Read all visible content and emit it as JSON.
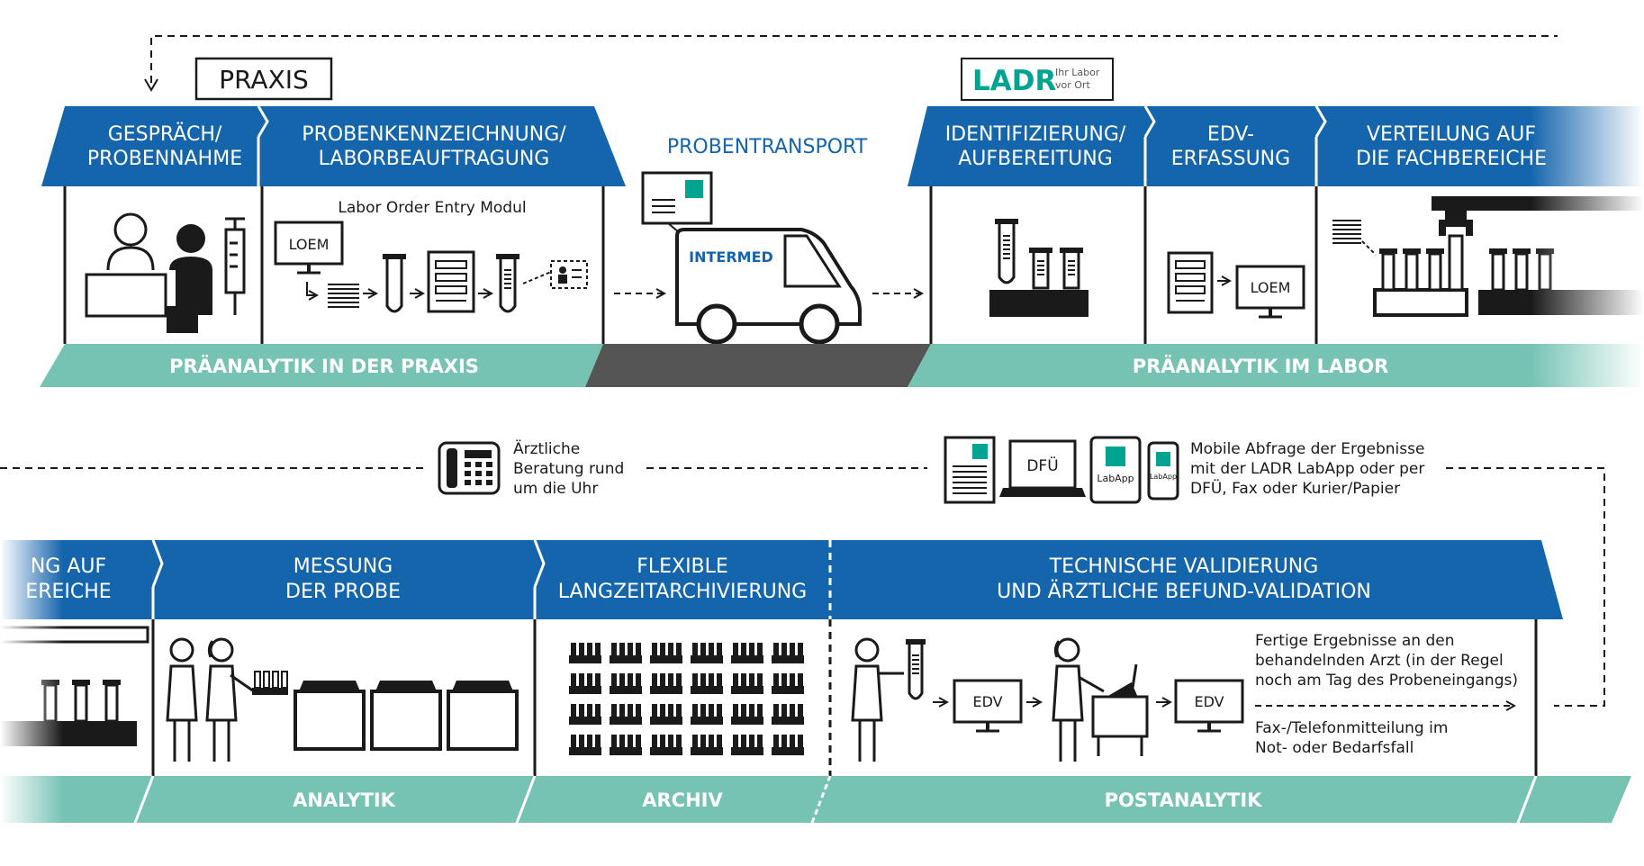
{
  "colors": {
    "blue": "#1565ad",
    "teal": "#76c3b4",
    "dark": "#555555",
    "ink": "#1a1a1a",
    "ladr_green": "#00a491",
    "intermed_blue": "#1565ad"
  },
  "top": {
    "praxis_label": "PRAXIS",
    "ladr_logo": {
      "name": "LADR",
      "tag_line1": "Ihr Labor",
      "tag_line2": "vor Ort"
    },
    "steps": [
      {
        "line1": "GESPRÄCH/",
        "line2": "PROBENNAHME"
      },
      {
        "line1": "PROBENKENNZEICHNUNG/",
        "line2": "LABORBEAUFTRAGUNG"
      },
      {
        "line1": "IDENTIFIZIERUNG/",
        "line2": "AUFBEREITUNG"
      },
      {
        "line1": "EDV-",
        "line2": "ERFASSUNG"
      },
      {
        "line1": "VERTEILUNG AUF",
        "line2": "DIE FACHBEREICHE"
      }
    ],
    "transport_title": "PROBENTRANSPORT",
    "van_brand": "INTERMED",
    "loe_caption": "Labor Order Entry Modul",
    "loem_label": "LOEM",
    "loem_label2": "LOEM",
    "bands": [
      "PRÄANALYTIK IN DER PRAXIS",
      "PRÄANALYTIK IM LABOR"
    ]
  },
  "middle": {
    "beratung": [
      "Ärztliche",
      "Beratung rund",
      "um die Uhr"
    ],
    "dfue_label": "DFÜ",
    "labapp_label": "LabApp",
    "labapp_small": "LabApp",
    "mobile": [
      "Mobile Abfrage der Ergebnisse",
      "mit der LADR LabApp oder per",
      "DFÜ, Fax oder Kurier/Papier"
    ]
  },
  "bottom": {
    "steps": [
      {
        "line1": "NG AUF",
        "line2": "EREICHE"
      },
      {
        "line1": "MESSUNG",
        "line2": "DER PROBE"
      },
      {
        "line1": "FLEXIBLE",
        "line2": "LANGZEITARCHIVIERUNG"
      },
      {
        "line1": "TECHNISCHE VALIDIERUNG",
        "line2": "UND ÄRZTLICHE BEFUND-VALIDATION"
      }
    ],
    "edv1": "EDV",
    "edv2": "EDV",
    "result_text": [
      "Fertige Ergebnisse an den",
      "behandelnden Arzt (in der Regel",
      "noch am Tag des Probeneingangs)"
    ],
    "fax_text": [
      "Fax-/Telefonmitteilung im",
      "Not- oder Bedarfsfall"
    ],
    "bands": [
      "ANALYTIK",
      "ARCHIV",
      "POSTANALYTIK"
    ]
  }
}
